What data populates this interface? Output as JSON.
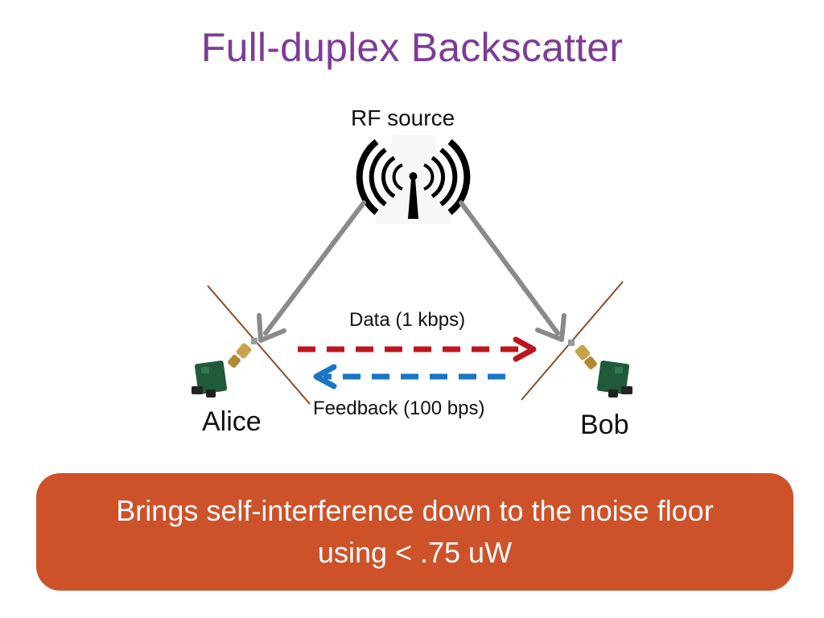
{
  "title": "Full-duplex Backscatter",
  "diagram": {
    "rf_source_label": "RF source",
    "data_label": "Data (1 kbps)",
    "feedback_label": "Feedback (100 bps)",
    "alice_label": "Alice",
    "bob_label": "Bob",
    "icons": [
      "antenna-icon",
      "device-board-icon"
    ],
    "colors": {
      "incident_arrow": "#8a8a8a",
      "data_arrow": "#c0141c",
      "feedback_arrow": "#1a76c4",
      "antenna_wire": "#8b4a2b"
    }
  },
  "banner": {
    "line1": "Brings self-interference down to the noise floor",
    "line2": "using < .75 uW",
    "color": "#cd522a"
  },
  "colors": {
    "title": "#7d3c98"
  }
}
